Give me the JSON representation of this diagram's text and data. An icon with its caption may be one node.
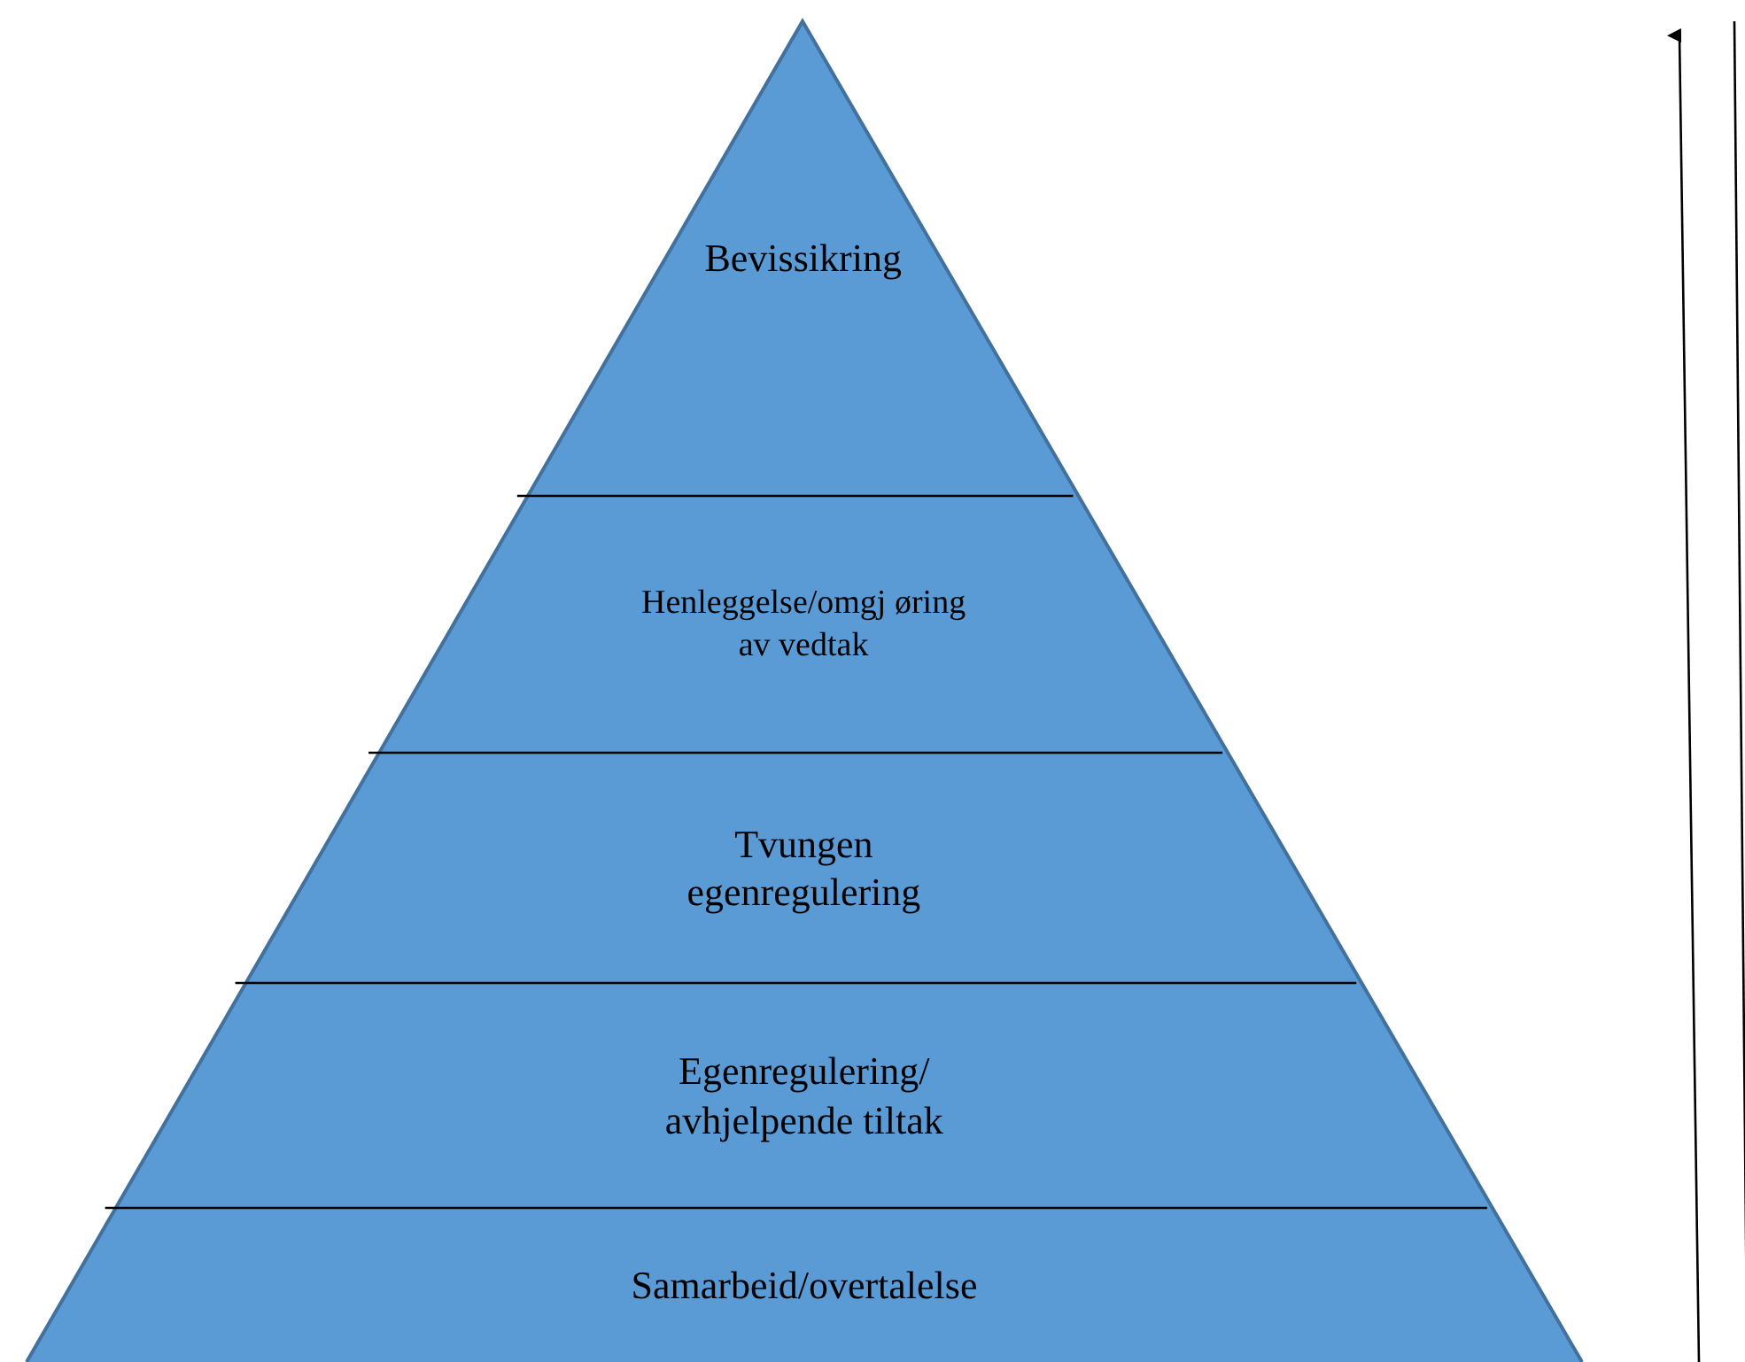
{
  "diagram": {
    "nodes": [
      {
        "text": [
          "Bevissikring"
        ]
      },
      {
        "text": [
          "Henleggelse/omgj øring av vedtak"
        ]
      },
      {
        "text": [
          "Tvungen egenregulering"
        ]
      },
      {
        "text": [
          "Egenregulering/ avhjelpende tiltak"
        ]
      },
      {
        "text": [
          "Samarbeid/overtalelse"
        ]
      }
    ]
  }
}
